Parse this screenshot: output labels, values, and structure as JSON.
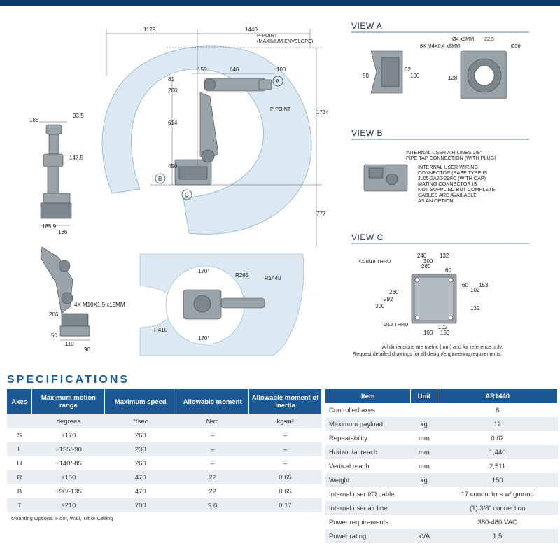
{
  "drawing": {
    "dims": {
      "d1129": "1129",
      "d1440": "1440",
      "d155": "155",
      "d640": "640",
      "d100": "100",
      "d81": "81",
      "d200": "200",
      "d614": "614",
      "d450": "450",
      "d1734": "1734",
      "d777": "777",
      "d188": "188",
      "d93_5": "93.5",
      "d147_5": "147.5",
      "d185_9": "185.9",
      "d186": "186",
      "d206": "206",
      "d50": "50",
      "d110": "110",
      "d90": "90",
      "hole_side": "4X M10X1.5 x18MM",
      "a170_top": "170°",
      "r265": "R265",
      "r1440": "R1440",
      "r410": "R410",
      "a170_bot": "170°"
    },
    "labels": {
      "p_point_max": "P-POINT",
      "p_point_max_sub": "(MAXIMUM ENVELOPE)",
      "p_point": "P-POINT",
      "callout_a": "A",
      "callout_b": "B",
      "callout_c": "C"
    }
  },
  "view_a": {
    "title": "VIEW A",
    "dim50": "50",
    "dim62": "62",
    "dim100": "100",
    "dim128": "128",
    "dia4": "Ø4 x6MM",
    "dim22_5": "22.5",
    "holes": "8X M4X0.4 x8MM",
    "dia56": "Ø56"
  },
  "view_b": {
    "title": "VIEW B",
    "air_lines_1": "INTERNAL USER AIR LINES  3/8\"",
    "air_lines_2": "PIPE TAP CONNECTION (WITH PLUG)",
    "wiring": [
      "INTERNAL USER WIRING",
      "CONNECTOR (BASE TYPE IS",
      "JL05-2A20-29PC (WITH CAP)",
      "MATING CONNECTOR IS",
      "NOT SUPPLIED BUT COMPLETE",
      "CABLES ARE AVAILABLE",
      "AS AN OPTION."
    ]
  },
  "view_c": {
    "title": "VIEW C",
    "holes18": "4X Ø18 THRU",
    "holes12": "Ø12 THRU",
    "d240": "240",
    "d132a": "132",
    "d300a": "300",
    "d260a": "260",
    "d60a": "60",
    "d60b": "60",
    "d102a": "102",
    "d153a": "153",
    "d132b": "132",
    "d260b": "260",
    "d292": "292",
    "d300b": "300",
    "d100": "100",
    "d102b": "102",
    "d153b": "153"
  },
  "notes": {
    "line1": "All dimensions are metric (mm) and for reference only.",
    "line2": "Request detailed drawings for all design/engineering requirements."
  },
  "specs": {
    "title": "SPECIFICATIONS",
    "axes_table": {
      "headers": [
        "Axes",
        "Maximum motion range",
        "Maximum speed",
        "Allowable moment",
        "Allowable moment of inertia"
      ],
      "units": [
        "",
        "degrees",
        "°/sec",
        "N•m",
        "kg•m²"
      ],
      "rows": [
        [
          "S",
          "±170",
          "260",
          "–",
          "–"
        ],
        [
          "L",
          "+155/-90",
          "230",
          "–",
          "–"
        ],
        [
          "U",
          "+140/-85",
          "260",
          "–",
          "–"
        ],
        [
          "R",
          "±150",
          "470",
          "22",
          "0.65"
        ],
        [
          "B",
          "+90/-135",
          "470",
          "22",
          "0.65"
        ],
        [
          "T",
          "±210",
          "700",
          "9.8",
          "0.17"
        ]
      ]
    },
    "mounting": "Mounting Options: Floor, Wall, Tilt or Ceiling",
    "info_table": {
      "headers": [
        "Item",
        "Unit",
        "AR1440"
      ],
      "rows": [
        [
          "Controlled axes",
          "",
          "6"
        ],
        [
          "Maximum payload",
          "kg",
          "12"
        ],
        [
          "Repeatability",
          "mm",
          "0.02"
        ],
        [
          "Horizontal reach",
          "mm",
          "1,440"
        ],
        [
          "Vertical reach",
          "mm",
          "2,511"
        ],
        [
          "Weight",
          "kg",
          "150"
        ],
        [
          "Internal user I/O cable",
          "",
          "17 conductors w/ ground"
        ],
        [
          "Internal user air line",
          "",
          "(1) 3/8\" connection"
        ],
        [
          "Power requirements",
          "",
          "380-480 VAC"
        ],
        [
          "Power rating",
          "kVA",
          "1.5"
        ]
      ]
    }
  },
  "colors": {
    "header_blue": "#1b5895",
    "title_blue": "#1a5ea0",
    "envelope": "#dce8f2",
    "row_alt": "#e9eef3"
  }
}
